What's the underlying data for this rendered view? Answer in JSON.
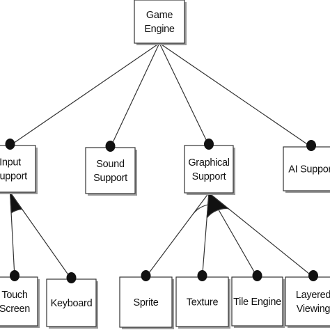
{
  "diagram": {
    "root": "Game Engine",
    "nodes": {
      "game_engine": [
        "Game",
        "Engine"
      ],
      "input_support": [
        "Input",
        "Support"
      ],
      "sound_support": [
        "Sound",
        "Support"
      ],
      "graphical_support": [
        "Graphical",
        "Support"
      ],
      "ai_support": [
        "AI Support"
      ],
      "touch_screen": [
        "Touch",
        "Screen"
      ],
      "keyboard": [
        "Keyboard"
      ],
      "sprite": [
        "Sprite"
      ],
      "texture": [
        "Texture"
      ],
      "tile_engine": [
        "Tile Engine"
      ],
      "layered_viewing": [
        "Layered",
        "Viewing"
      ]
    },
    "edges": [
      {
        "from": "game_engine",
        "to": "input_support",
        "type": "mandatory"
      },
      {
        "from": "game_engine",
        "to": "sound_support",
        "type": "mandatory"
      },
      {
        "from": "game_engine",
        "to": "graphical_support",
        "type": "mandatory"
      },
      {
        "from": "game_engine",
        "to": "ai_support",
        "type": "mandatory"
      },
      {
        "from": "input_support",
        "to": "touch_screen",
        "type": "mandatory",
        "group": "or"
      },
      {
        "from": "input_support",
        "to": "keyboard",
        "type": "mandatory",
        "group": "or"
      },
      {
        "from": "graphical_support",
        "to": "sprite",
        "type": "mandatory",
        "group": "alternative+or"
      },
      {
        "from": "graphical_support",
        "to": "texture",
        "type": "mandatory",
        "group": "alternative+or"
      },
      {
        "from": "graphical_support",
        "to": "tile_engine",
        "type": "mandatory",
        "group": "alternative+or"
      },
      {
        "from": "graphical_support",
        "to": "layered_viewing",
        "type": "mandatory",
        "group": "alternative+or"
      }
    ],
    "colors": {
      "stroke": "#333333",
      "box_fill": "#ffffff",
      "shadow": "#9a9a9a",
      "marker": "#111111"
    }
  }
}
